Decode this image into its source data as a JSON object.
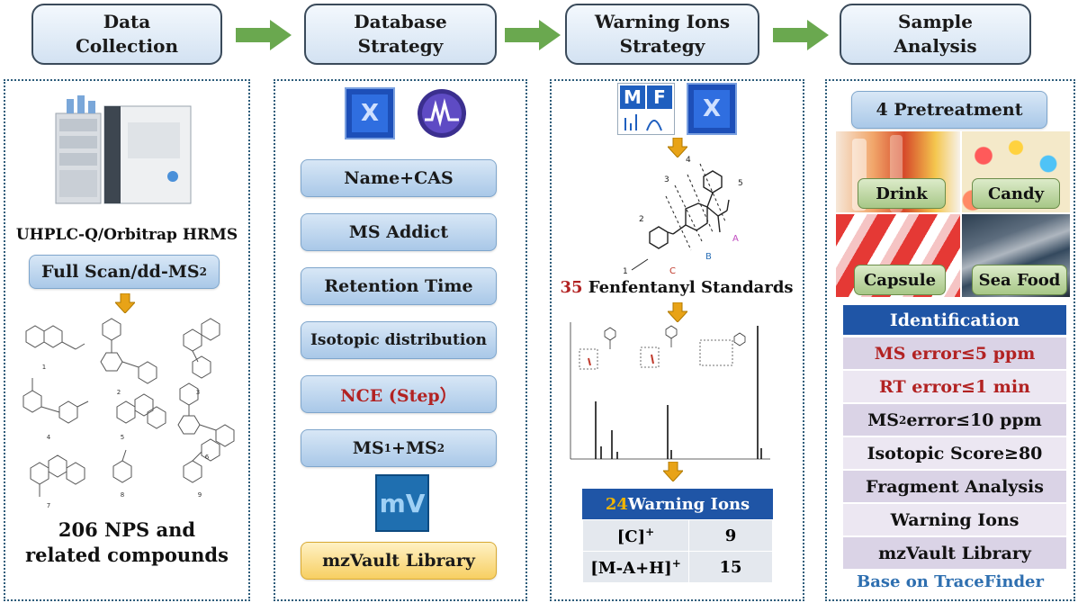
{
  "steps": [
    {
      "line1": "Data",
      "line2": "Collection"
    },
    {
      "line1": "Database",
      "line2": "Strategy"
    },
    {
      "line1": "Warning Ions",
      "line2": "Strategy"
    },
    {
      "line1": "Sample",
      "line2": "Analysis"
    }
  ],
  "col1": {
    "instrument_label": "UHPLC-Q/Orbitrap HRMS",
    "scan_mode": "Full Scan/dd-MS",
    "scan_mode_sup": "2",
    "structure_numbers": [
      "1",
      "2",
      "3",
      "4",
      "5",
      "6",
      "7",
      "8",
      "9"
    ],
    "summary_line1": "206 NPS and",
    "summary_line2": "related compounds"
  },
  "col2": {
    "logo_x": "X",
    "items": [
      "Name+CAS",
      "MS Addict",
      "Retention Time",
      "Isotopic distribution"
    ],
    "nce": "NCE (Step）",
    "ms_a": "MS",
    "ms_a_sup": "1",
    "ms_b": "+MS",
    "ms_b_sup": "2",
    "mzvault_logo": "mV",
    "library": "mzVault Library"
  },
  "col3": {
    "mf_m": "M",
    "mf_f": "F",
    "logo_x": "X",
    "site_numbers": [
      "1",
      "2",
      "3",
      "4",
      "5"
    ],
    "region_a": "A",
    "region_b": "B",
    "region_c": "C",
    "standards_count": "35",
    "standards_text": " Fenfentanyl Standards",
    "warning_count": "24",
    "warning_text": " Warning Ions",
    "ion_rows": [
      {
        "ion": "[C]",
        "sup": "+",
        "count": "9"
      },
      {
        "ion": "[M-A+H]",
        "sup": "+",
        "count": "15"
      }
    ]
  },
  "col4": {
    "pretreatment": "4 Pretreatment",
    "samples": [
      "Drink",
      "Candy",
      "Capsule",
      "Sea Food"
    ],
    "identification_header": "Identification",
    "criteria": [
      {
        "text": "MS error≤5 ppm",
        "sup": ""
      },
      {
        "text": "RT error≤1 min",
        "sup": ""
      },
      {
        "text": "MS",
        "sup": "2",
        "rest": " error≤10 ppm"
      },
      {
        "text": "Isotopic Score≥80",
        "sup": ""
      },
      {
        "text": "Fragment Analysis",
        "sup": ""
      },
      {
        "text": "Warning Ions",
        "sup": ""
      },
      {
        "text": "mzVault Library",
        "sup": ""
      }
    ],
    "footer": "Base on TraceFinder"
  },
  "colors": {
    "header_border": "#3a4a5a",
    "arrow_green": "#6aa84f",
    "down_arrow": "#e8a317",
    "nce_red": "#b22222",
    "id_header_bg": "#1f55a6",
    "footer_blue": "#2e6fb0",
    "warning_count_color": "#f0b400"
  }
}
